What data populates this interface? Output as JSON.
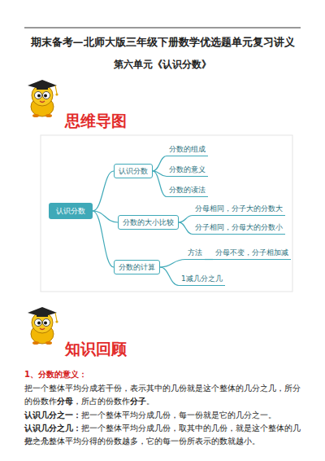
{
  "diagram": {
    "title": "期末备考—北师大版三年级下册数学优选题单元复习讲义",
    "nodes": [
      {
        "text": [
          "认识分数"
        ]
      },
      {
        "text": [
          "认识分数"
        ]
      },
      {
        "text": [
          "分数的组成"
        ]
      },
      {
        "text": [
          "分数的意义"
        ]
      },
      {
        "text": [
          "分数的读法"
        ]
      },
      {
        "text": [
          "分数的大小比较"
        ]
      },
      {
        "text": [
          "分母相同，分子大的分数大"
        ]
      },
      {
        "text": [
          "分子相同，分母大的分数小"
        ]
      },
      {
        "text": [
          "分数的计算"
        ]
      },
      {
        "text": [
          "方法"
        ]
      },
      {
        "text": [
          "分母不变，分子相加减"
        ]
      },
      {
        "text": [
          "1减几分之几"
        ]
      }
    ],
    "edges": [
      {
        "from": 0,
        "to": 1,
        "arrow": "none"
      },
      {
        "from": 0,
        "to": 5,
        "arrow": "none"
      },
      {
        "from": 0,
        "to": 8,
        "arrow": "none"
      },
      {
        "from": 1,
        "to": 2,
        "arrow": "none"
      },
      {
        "from": 1,
        "to": 3,
        "arrow": "none"
      },
      {
        "from": 1,
        "to": 4,
        "arrow": "none"
      },
      {
        "from": 5,
        "to": 6,
        "arrow": "none"
      },
      {
        "from": 5,
        "to": 7,
        "arrow": "none"
      },
      {
        "from": 8,
        "to": 9,
        "arrow": "none"
      },
      {
        "from": 9,
        "to": 10,
        "arrow": "none"
      },
      {
        "from": 8,
        "to": 11,
        "arrow": "none"
      }
    ],
    "labels": [
      "第六单元《认识分数》",
      "思维导图",
      "知识回顾",
      "1、分数的意义：",
      "把一个整体平均分成若干份，表示其中的几份就是这个整体的几分之几，所分的份数作",
      "分母",
      "，所占的份数作",
      "分子",
      "。",
      "认识几分之一：",
      "把一个整体平均分成几份，每一份就是它的几分之一。",
      "认识几分之几：",
      "把一个整体平均分成几份，取其中的几份，就是这个整体的几分之几。",
      "把一个整体平均分得的份数越多，它的每一份所表示的数就越小。"
    ]
  }
}
